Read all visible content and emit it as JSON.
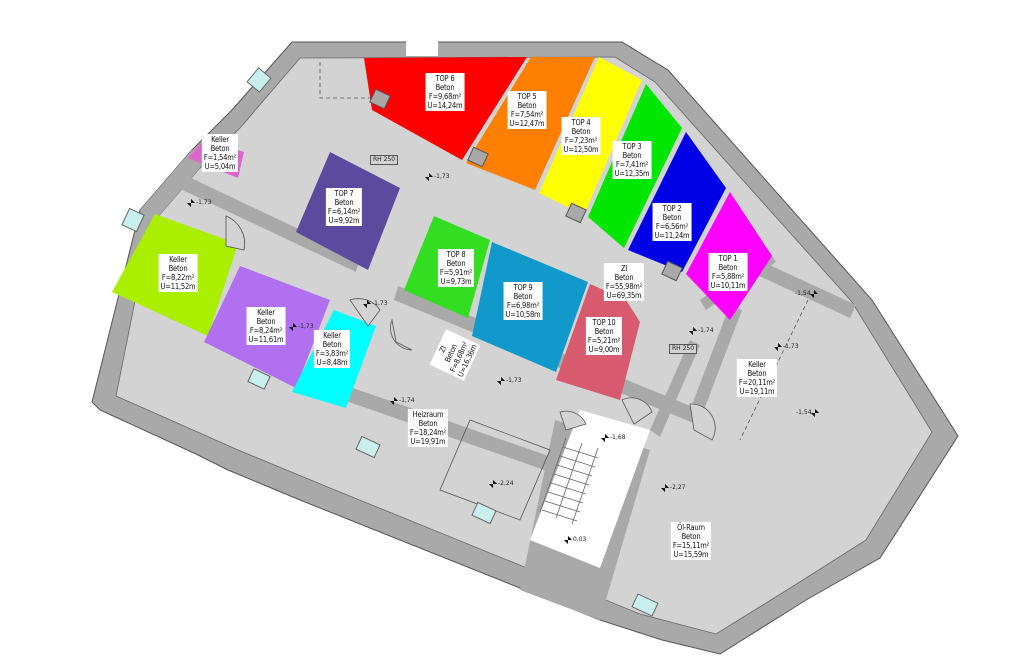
{
  "plan": {
    "colors": {
      "wall": "#a9a9a9",
      "floor": "#d3d3d3",
      "window": "#c8eeee",
      "top6": "#ff0000",
      "top5": "#ff8000",
      "top4": "#ffff00",
      "top3": "#00e600",
      "top2": "#0000e6",
      "top1": "#ff00ff",
      "top7": "#5b4a9e",
      "top8": "#33dd22",
      "top9": "#1199cc",
      "top10": "#d85a6e",
      "keller_small": "#dd66cc",
      "keller_lime": "#aaee00",
      "keller_purple": "#b070f0",
      "keller_cyan": "#00ffff",
      "stair": "#ffffff"
    },
    "rooms": [
      {
        "id": "top6",
        "name": "TOP 6",
        "material": "Beton",
        "area": "F=9,68m²",
        "perimeter": "U=14,24m"
      },
      {
        "id": "top5",
        "name": "TOP 5",
        "material": "Beton",
        "area": "F=7,54m²",
        "perimeter": "U=12,47m"
      },
      {
        "id": "top4",
        "name": "TOP 4",
        "material": "Beton",
        "area": "F=7,23m²",
        "perimeter": "U=12,50m"
      },
      {
        "id": "top3",
        "name": "TOP 3",
        "material": "Beton",
        "area": "F=7,41m²",
        "perimeter": "U=12,35m"
      },
      {
        "id": "top2",
        "name": "TOP 2",
        "material": "Beton",
        "area": "F=6,56m²",
        "perimeter": "U=11,24m"
      },
      {
        "id": "top1",
        "name": "TOP 1",
        "material": "Beton",
        "area": "F=5,88m²",
        "perimeter": "U=10,11m"
      },
      {
        "id": "top7",
        "name": "TOP 7",
        "material": "Beton",
        "area": "F=6,14m²",
        "perimeter": "U=9,92m"
      },
      {
        "id": "top8",
        "name": "TOP 8",
        "material": "Beton",
        "area": "F=5,91m²",
        "perimeter": "U=9,73m"
      },
      {
        "id": "top9",
        "name": "TOP 9",
        "material": "Beton",
        "area": "F=6,98m²",
        "perimeter": "U=10,58m"
      },
      {
        "id": "top10",
        "name": "TOP 10",
        "material": "Beton",
        "area": "F=5,21m²",
        "perimeter": "U=9,00m"
      },
      {
        "id": "zi_main",
        "name": "ZI",
        "material": "Beton",
        "area": "F=55,98m²",
        "perimeter": "U=69,35m"
      },
      {
        "id": "zi_small",
        "name": "ZI",
        "material": "Beton",
        "area": "F=8,68m²",
        "perimeter": "U=16,36m"
      },
      {
        "id": "keller_small",
        "name": "Keller",
        "material": "Beton",
        "area": "F=1,54m²",
        "perimeter": "U=5,04m"
      },
      {
        "id": "keller_lime",
        "name": "Keller",
        "material": "Beton",
        "area": "F=8,22m²",
        "perimeter": "U=11,52m"
      },
      {
        "id": "keller_purple",
        "name": "Keller",
        "material": "Beton",
        "area": "F=8,24m²",
        "perimeter": "U=11,61m"
      },
      {
        "id": "keller_cyan",
        "name": "Keller",
        "material": "Beton",
        "area": "F=3,83m²",
        "perimeter": "U=8,48m"
      },
      {
        "id": "keller_right",
        "name": "Keller",
        "material": "Beton",
        "area": "F=20,11m²",
        "perimeter": "U=19,11m"
      },
      {
        "id": "heizraum",
        "name": "Heizraum",
        "material": "Beton",
        "area": "F=18,24m²",
        "perimeter": "U=19,91m"
      },
      {
        "id": "oelraum",
        "name": "Öl-Raum",
        "material": "Beton",
        "area": "F=15,11m²",
        "perimeter": "U=15,59m"
      }
    ],
    "room_height_tags": [
      "RH 250",
      "RH 250"
    ],
    "levels": [
      "-1,73",
      "-1,73",
      "-1,73",
      "-1,73",
      "-1,74",
      "-1,73",
      "-1,54",
      "-1,73",
      "-1,54",
      "-1,74",
      "-1,68",
      "-2,24",
      "-2,27",
      "0,03"
    ]
  }
}
